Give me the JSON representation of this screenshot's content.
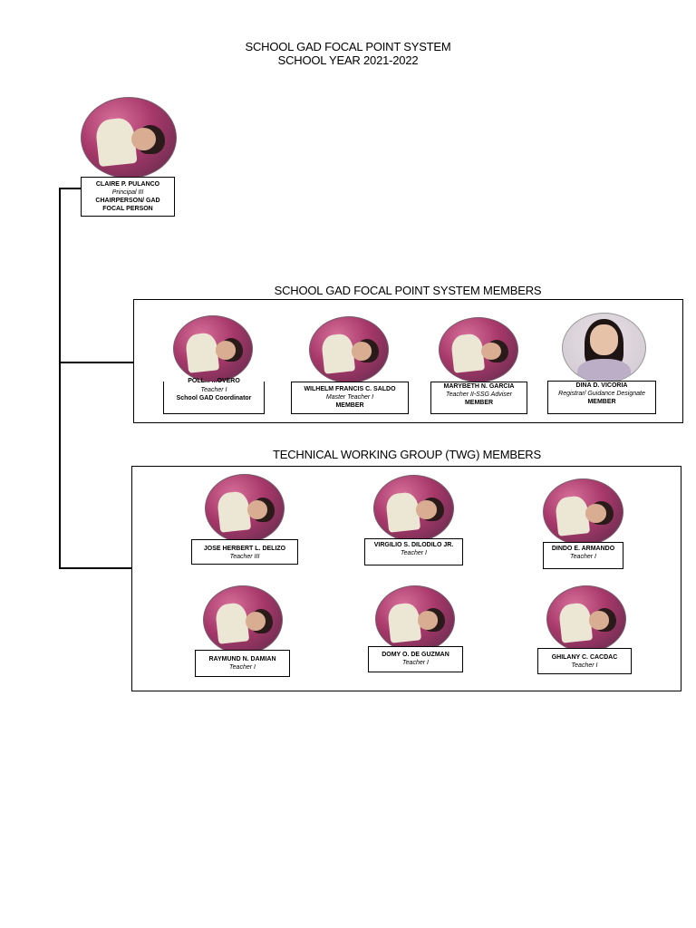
{
  "header": {
    "title_line1": "SCHOOL GAD FOCAL POINT SYSTEM",
    "title_line2": "SCHOOL YEAR 2021-2022"
  },
  "head": {
    "name": "CLAIRE P. PULANCO",
    "position": "Principal III",
    "role_line1": "CHAIRPERSON/ GAD",
    "role_line2": "FOCAL PERSON"
  },
  "sections": {
    "members_title": "SCHOOL GAD FOCAL POINT SYSTEM MEMBERS",
    "twg_title": "TECHNICAL WORKING GROUP (TWG) MEMBERS"
  },
  "members": [
    {
      "name": "POLL... ...OVERO",
      "position": "Teacher I",
      "role": "School GAD Coordinator"
    },
    {
      "name": "WILHELM FRANCIS C. SALDO",
      "position": "Master Teacher I",
      "role": "MEMBER"
    },
    {
      "name": "MARYBETH N. GARCIA",
      "position": "Teacher II-SSG Adviser",
      "role": "MEMBER"
    },
    {
      "name": "DINA D. VICORIA",
      "position": "Registrar/ Guidance Designate",
      "role": "MEMBER"
    }
  ],
  "twg": [
    {
      "name": "JOSE HERBERT L. DELIZO",
      "position": "Teacher III"
    },
    {
      "name": "VIRGILIO S. DILODILO JR.",
      "position": "Teacher I"
    },
    {
      "name": "DINDO E. ARMANDO",
      "position": "Teacher I"
    },
    {
      "name": "RAYMUND N. DAMIAN",
      "position": "Teacher I"
    },
    {
      "name": "DOMY O. DE GUZMAN",
      "position": "Teacher I"
    },
    {
      "name": "GHILANY C. CACDAC",
      "position": "Teacher I"
    }
  ]
}
